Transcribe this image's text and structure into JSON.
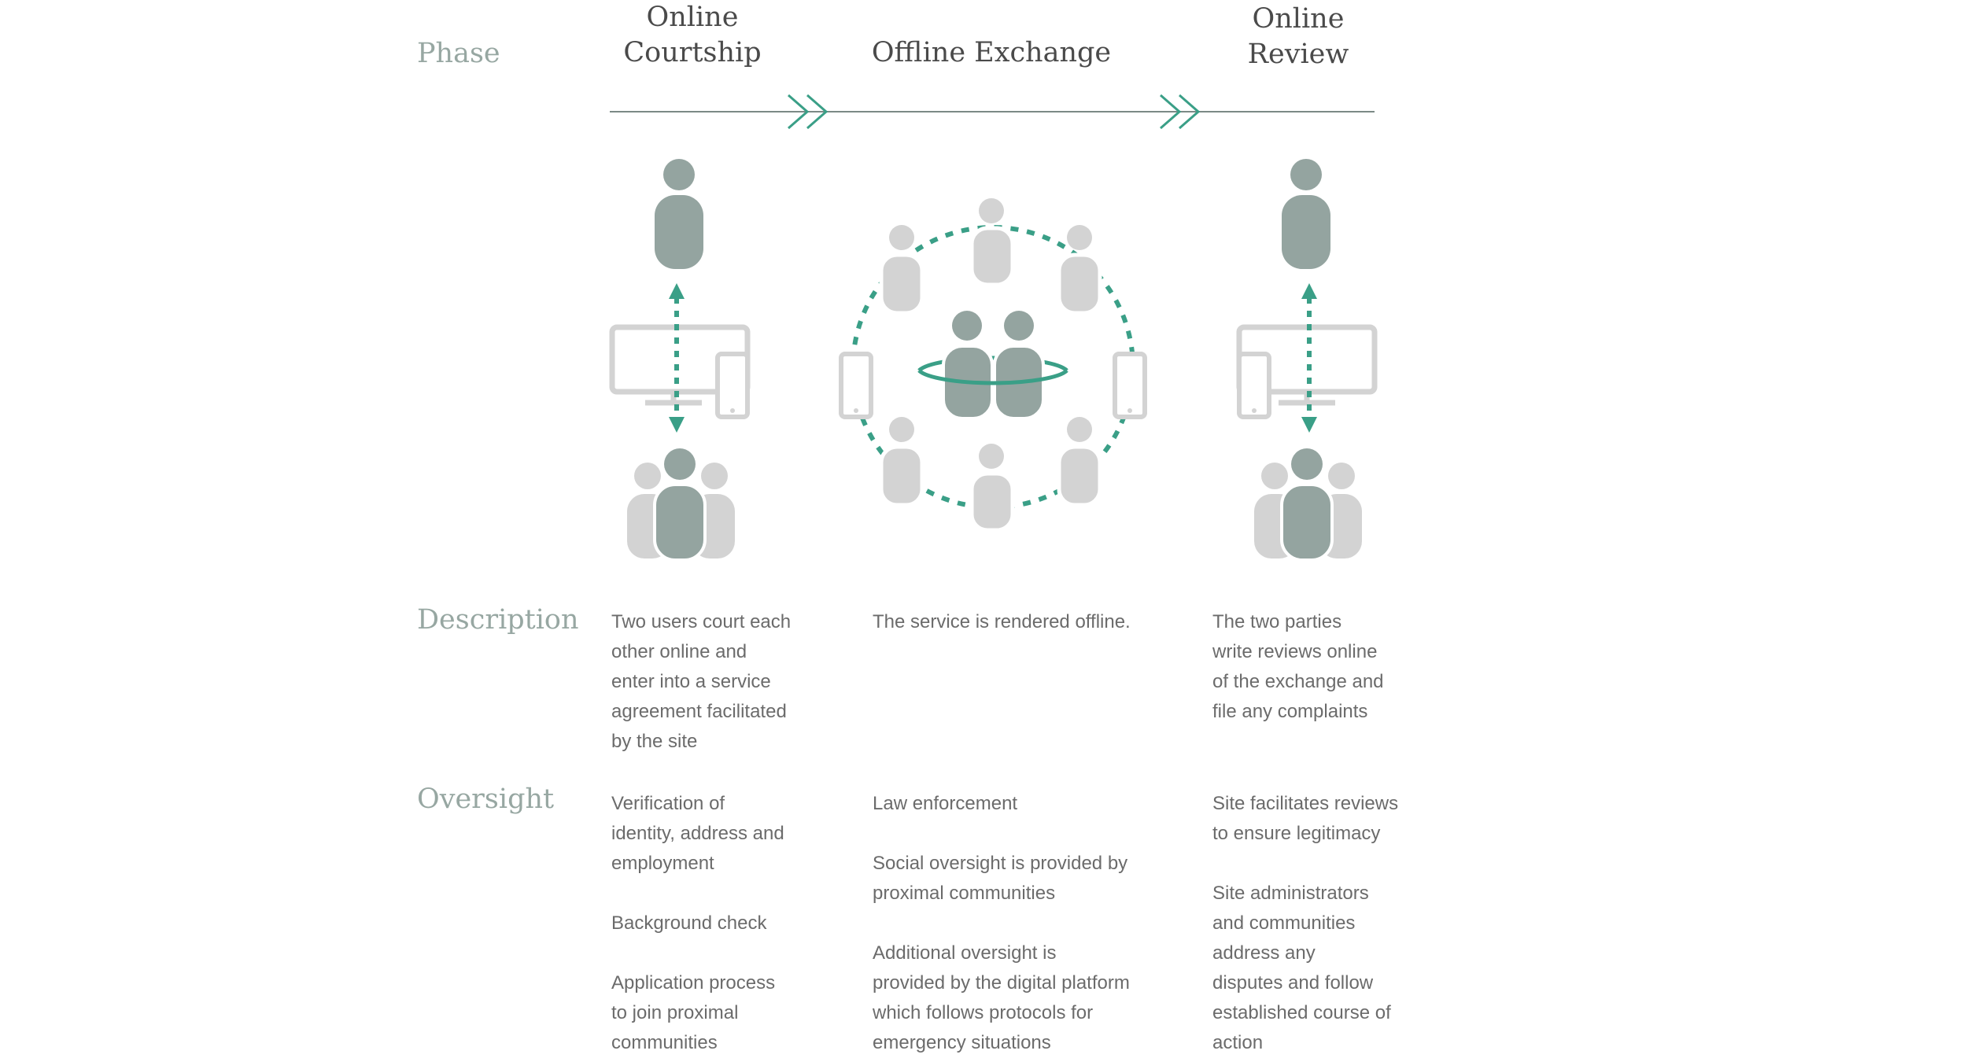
{
  "labels": {
    "phase": "Phase",
    "description": "Description",
    "oversight": "Oversight"
  },
  "phases": [
    {
      "title_line1": "Online",
      "title_line2": "Courtship"
    },
    {
      "title_line1": "Offline Exchange"
    },
    {
      "title_line1": "Online",
      "title_line2": "Review"
    }
  ],
  "descriptions": [
    [
      "Two users court each",
      "other online and",
      "enter into a service",
      "agreement facilitated",
      "by the site"
    ],
    [
      "The service is rendered offline."
    ],
    [
      "The two parties",
      "write reviews online",
      "of the exchange and",
      "file any complaints"
    ]
  ],
  "oversight": [
    [
      [
        "Verification of",
        "identity, address and",
        "employment"
      ],
      [
        "Background check"
      ],
      [
        "Application process",
        "to join proximal",
        "communities"
      ]
    ],
    [
      [
        "Law enforcement"
      ],
      [
        "Social oversight is provided by",
        "proximal communities"
      ],
      [
        "Additional oversight is",
        "provided by the digital platform",
        "which follows protocols for",
        "emergency situations"
      ]
    ],
    [
      [
        "Site facilitates reviews",
        "to ensure legitimacy"
      ],
      [
        "Site administrators",
        "and communities",
        "address any",
        "disputes and follow",
        "established course of",
        "action"
      ]
    ]
  ],
  "colors": {
    "accent": "#3a9f87",
    "figure_dark": "#94a4a0",
    "figure_light": "#d3d3d3",
    "label": "#97a7a2",
    "title": "#4a4a4a",
    "body": "#6b6b6b"
  }
}
